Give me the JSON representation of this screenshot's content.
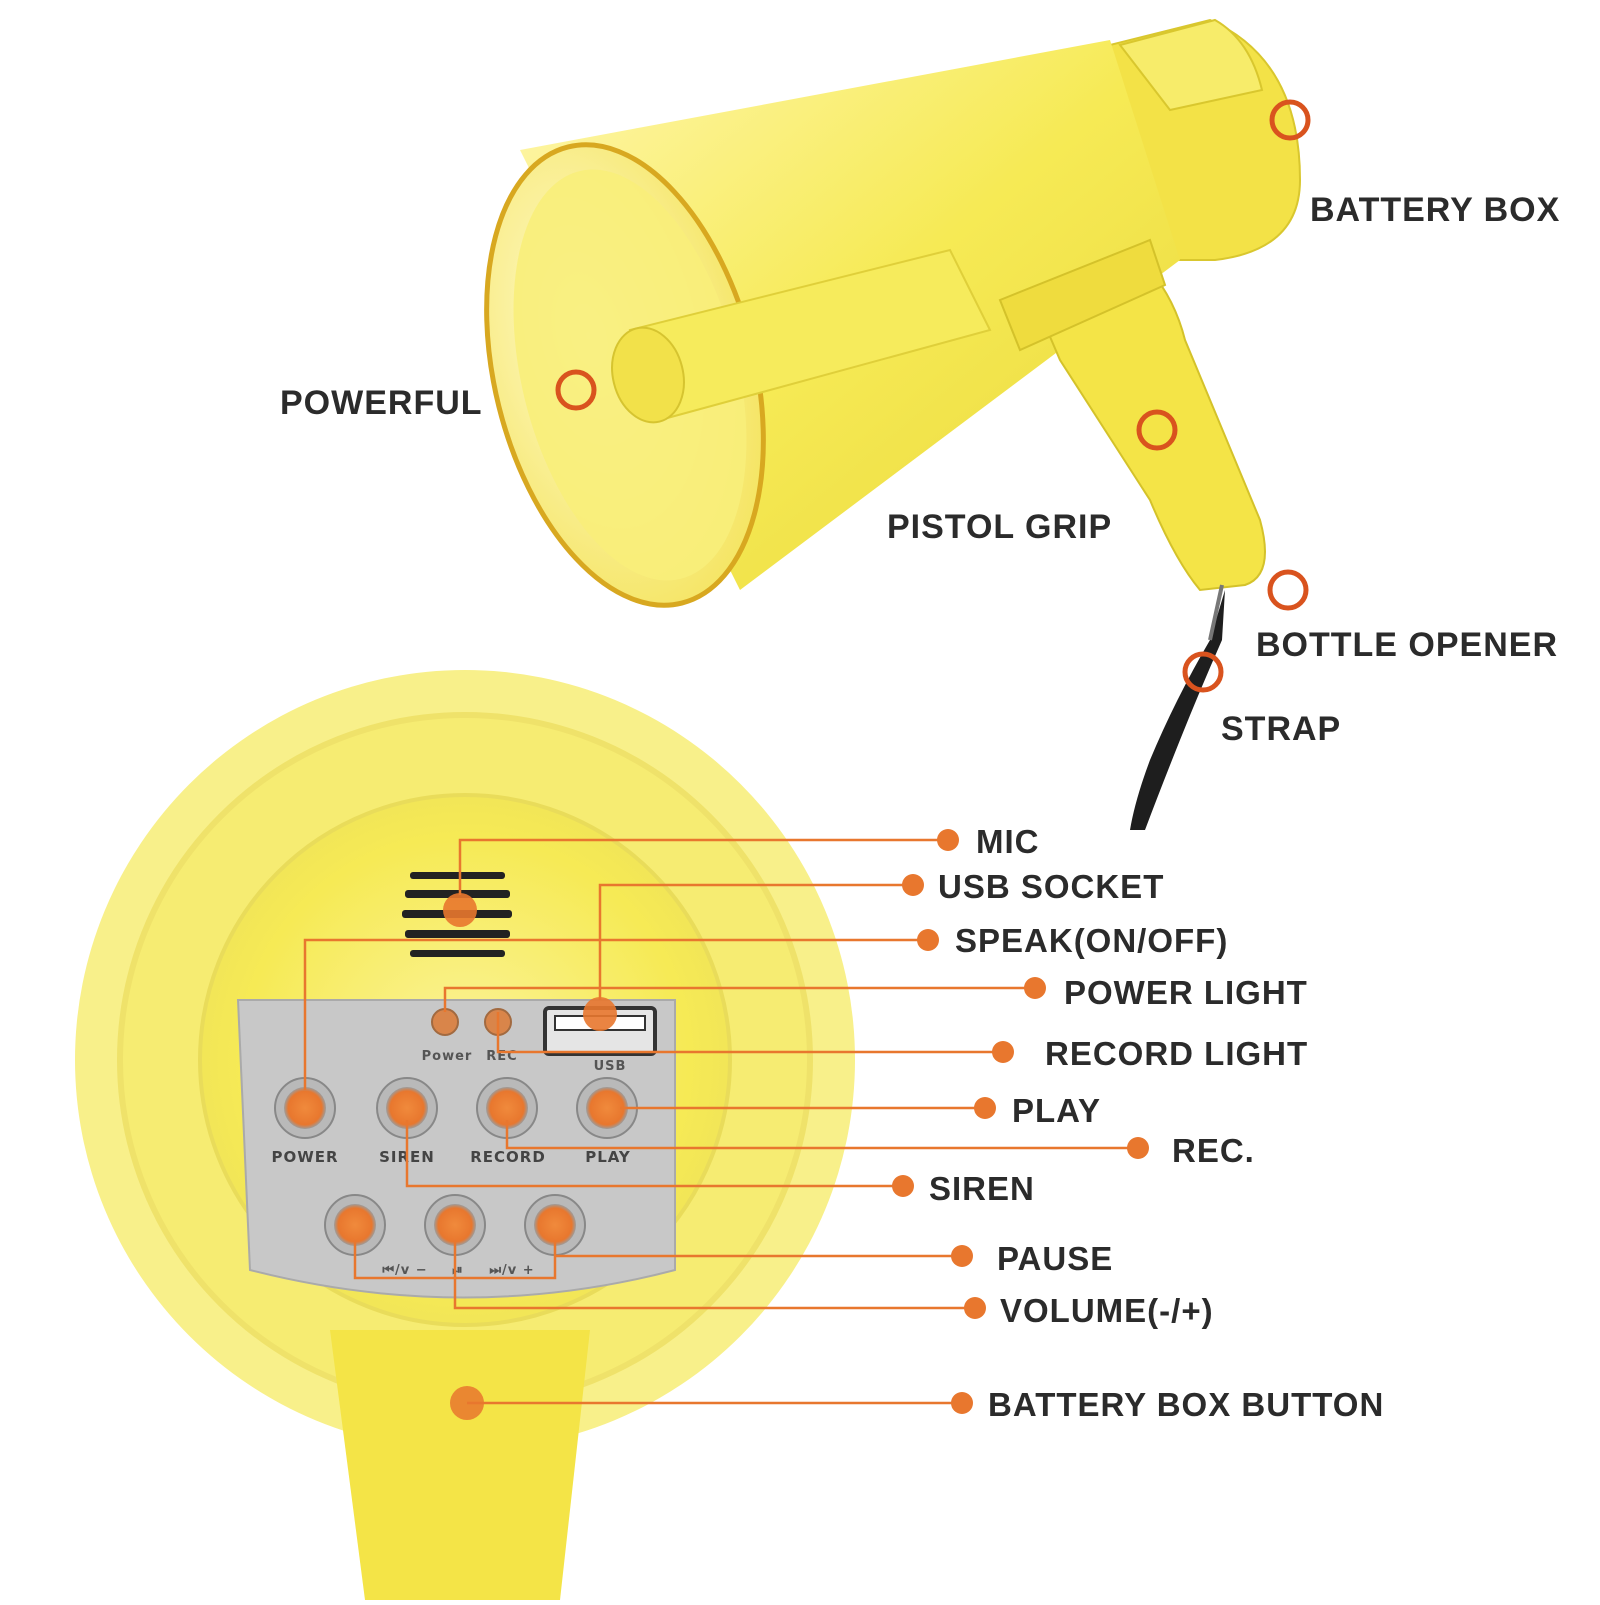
{
  "colors": {
    "accent": "#e8772e",
    "ring": "#d9531e",
    "yellow": "#f4e64a",
    "yellow_light": "#faf29a",
    "panel": "#c9c9c9",
    "text": "#2b2b2b"
  },
  "top_labels": {
    "battery_box": "BATTERY BOX",
    "powerful": "POWERFUL",
    "pistol_grip": "PISTOL GRIP",
    "bottle_opener": "BOTTLE OPENER",
    "strap": "STRAP"
  },
  "callouts": {
    "mic": "MIC",
    "usb_socket": "USB SOCKET",
    "speak": "SPEAK(ON/OFF)",
    "power_light": "POWER LIGHT",
    "record_light": "RECORD LIGHT",
    "play": "PLAY",
    "rec": "REC.",
    "siren": "SIREN",
    "pause": "PAUSE",
    "volume": "VOLUME(-/+)",
    "battery_box_button": "BATTERY BOX BUTTON"
  },
  "panel": {
    "power_led": "Power",
    "rec_led": "REC",
    "usb": "USB",
    "btn_power": "POWER",
    "btn_siren": "SIREN",
    "btn_record": "RECORD",
    "btn_play": "PLAY",
    "btn_prev": "⏮/v −",
    "btn_playpause": "⏯",
    "btn_next": "⏭/v +"
  }
}
